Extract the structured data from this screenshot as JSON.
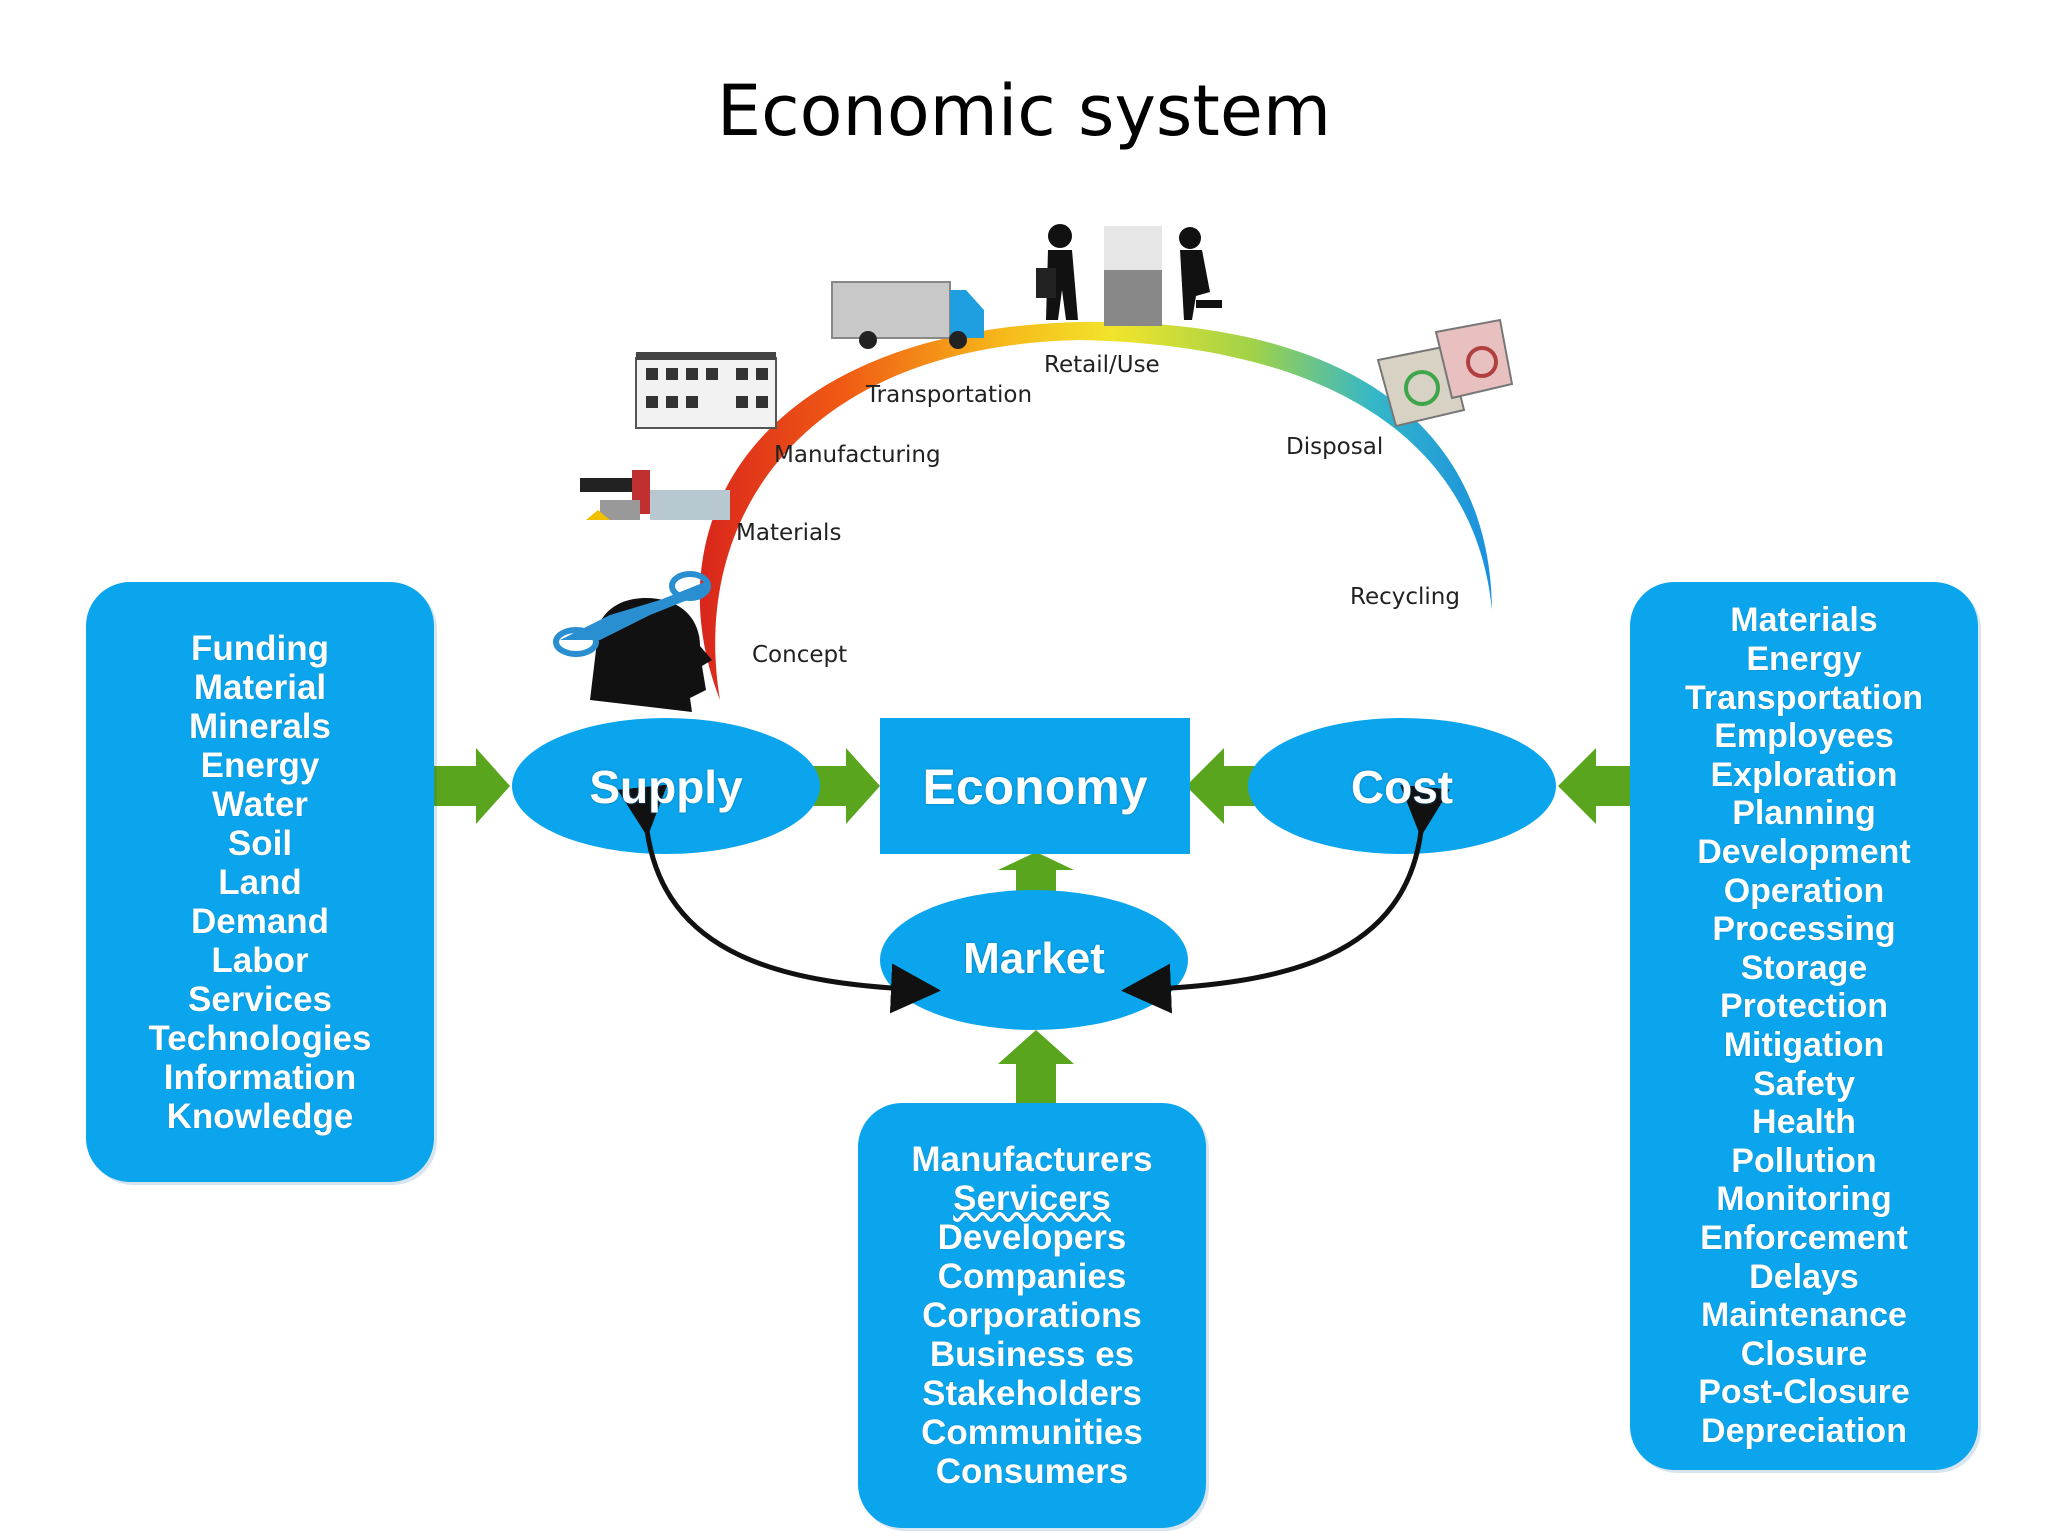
{
  "title": "Economic system",
  "lifecycle": {
    "stages": [
      "Concept",
      "Materials",
      "Manufacturing",
      "Transportation",
      "Retail/Use",
      "Disposal",
      "Recycling"
    ]
  },
  "nodes": {
    "supply": "Supply",
    "economy": "Economy",
    "cost": "Cost",
    "market": "Market"
  },
  "supply_inputs": [
    "Funding",
    "Material",
    "Minerals",
    "Energy",
    "Water",
    "Soil",
    "Land",
    "Demand",
    "Labor",
    "Services",
    "Technologies",
    "Information",
    "Knowledge"
  ],
  "market_participants": [
    "Manufacturers",
    "Servicers",
    "Developers",
    "Companies",
    "Corporations",
    "Business es",
    "Stakeholders",
    "Communities",
    "Consumers"
  ],
  "cost_factors": [
    "Materials",
    "Energy",
    "Transportation",
    "Employees",
    "Exploration",
    "Planning",
    "Development",
    "Operation",
    "Processing",
    "Storage",
    "Protection",
    "Mitigation",
    "Safety",
    "Health",
    "Pollution",
    "Monitoring",
    "Enforcement",
    "Delays",
    "Maintenance",
    "Closure",
    "Post-Closure",
    "Depreciation"
  ],
  "colors": {
    "node_blue": "#0aa5ec",
    "arrow_green": "#5aa51e",
    "arc_start": "#d9261c",
    "arc_mid": "#f7d21a",
    "arc_end": "#1a9fe0"
  }
}
